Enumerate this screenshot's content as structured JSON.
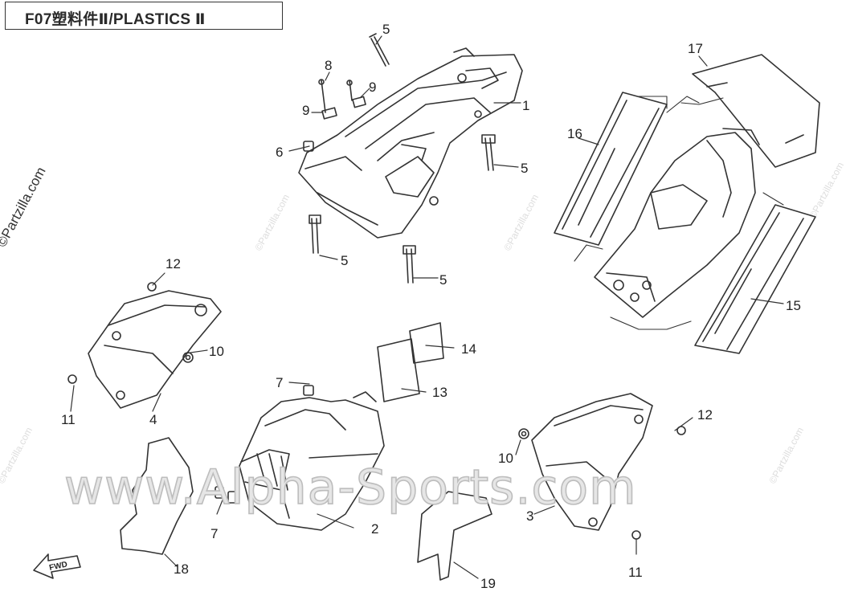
{
  "header": {
    "title": "F07塑料件Ⅱ/PLASTICS Ⅱ"
  },
  "watermarks": {
    "site": "www.Alpha-Sports.com",
    "side": "©Partzilla.com",
    "tile": "©Partzilla.com"
  },
  "fwd_label": "FWD",
  "callouts": {
    "c1": "1",
    "c2": "2",
    "c3": "3",
    "c4": "4",
    "c5a": "5",
    "c5b": "5",
    "c5c": "5",
    "c5d": "5",
    "c6": "6",
    "c7a": "7",
    "c7b": "7",
    "c8": "8",
    "c9a": "9",
    "c9b": "9",
    "c10a": "10",
    "c10b": "10",
    "c11a": "11",
    "c11b": "11",
    "c12a": "12",
    "c12b": "12",
    "c13": "13",
    "c14": "14",
    "c15": "15",
    "c16": "16",
    "c17": "17",
    "c18": "18",
    "c19": "19"
  },
  "colors": {
    "line": "#333333",
    "watermark": "#e6e6e6",
    "background": "#ffffff"
  }
}
